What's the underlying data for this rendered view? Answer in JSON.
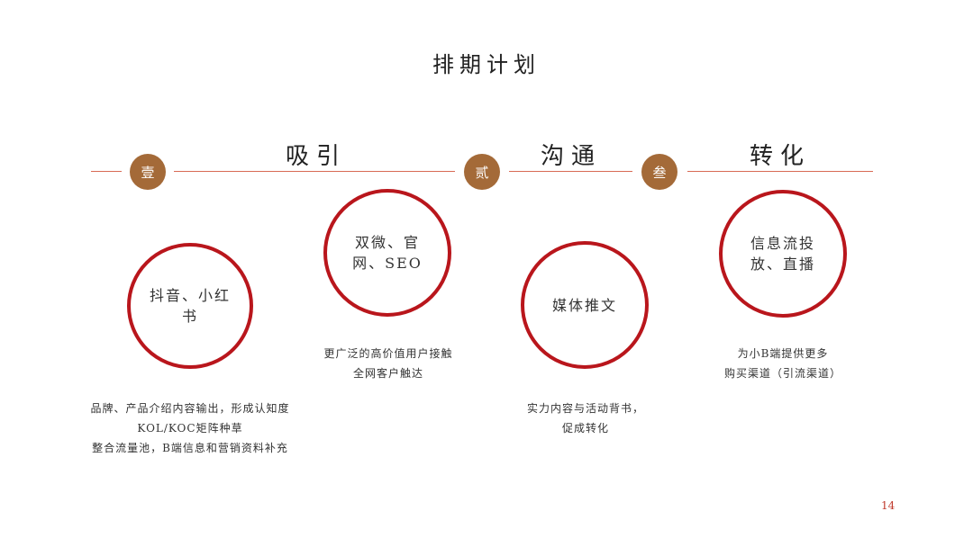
{
  "slide": {
    "title": "排期计划",
    "page_number": "14"
  },
  "phases": [
    {
      "badge": "壹",
      "title": "吸引"
    },
    {
      "badge": "贰",
      "title": "沟通"
    },
    {
      "badge": "叁",
      "title": "转化"
    }
  ],
  "circles": [
    {
      "label": "抖音、小红书",
      "lines": [
        "品牌、产品介绍内容输出，形成认知度",
        "KOL/KOC矩阵种草",
        "整合流量池，B端信息和营销资料补充"
      ]
    },
    {
      "label": "双微、官网、SEO",
      "lines": [
        "更广泛的高价值用户接触",
        "全网客户触达"
      ]
    },
    {
      "label": "媒体推文",
      "lines": [
        "实力内容与活动背书，",
        "促成转化"
      ]
    },
    {
      "label": "信息流投放、直播",
      "lines": [
        "为小B端提供更多",
        "购买渠道（引流渠道）"
      ]
    }
  ],
  "colors": {
    "accent_red": "#b9161c",
    "badge_brown": "#a46a38",
    "line_orange": "#d86a55"
  }
}
